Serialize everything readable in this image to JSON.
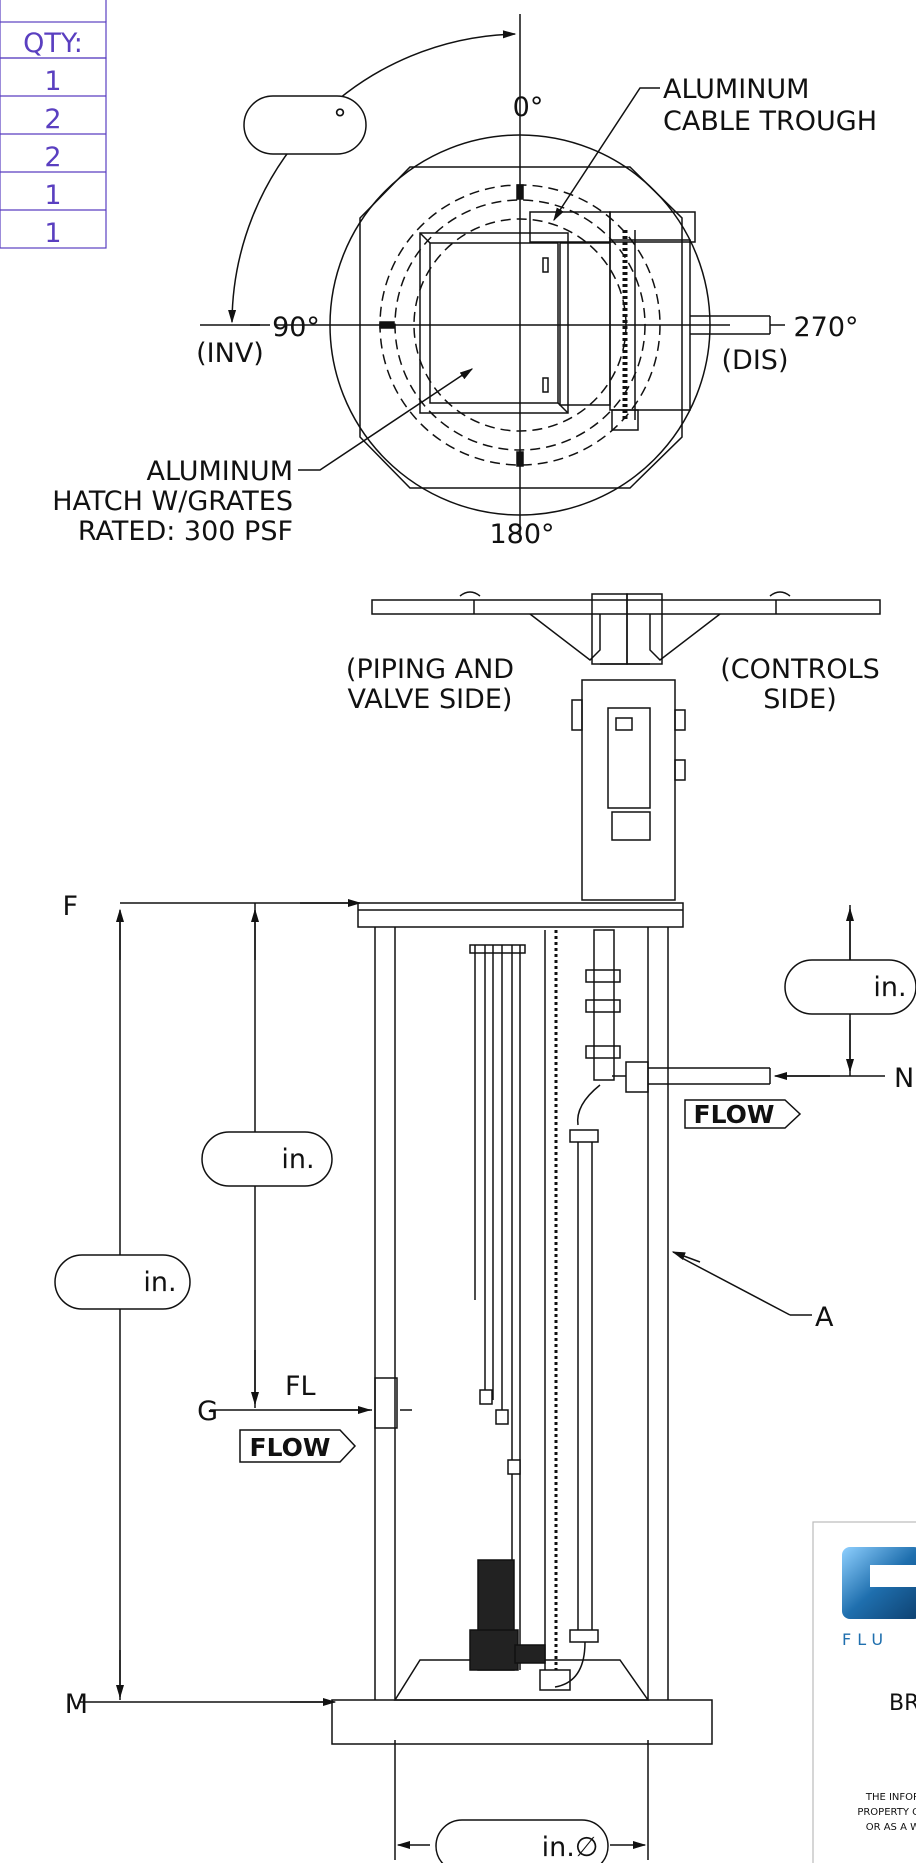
{
  "qty_table": {
    "header": "QTY:",
    "rows": [
      "1",
      "2",
      "2",
      "1",
      "1"
    ],
    "color": "#5a3fc0"
  },
  "plan_view": {
    "angle_0": "0°",
    "angle_90": "90°",
    "angle_180": "180°",
    "angle_270": "270°",
    "inv_label": "(INV)",
    "dis_label": "(DIS)",
    "rotation_unit": "°",
    "trough_label_1": "ALUMINUM",
    "trough_label_2": "CABLE TROUGH",
    "hatch_label_1": "ALUMINUM",
    "hatch_label_2": "HATCH W/GRATES",
    "hatch_label_3": "RATED: 300 PSF"
  },
  "elevation": {
    "piping_label_1": "(PIPING AND",
    "piping_label_2": "VALVE SIDE)",
    "controls_label_1": "(CONTROLS",
    "controls_label_2": "SIDE)",
    "flow_label": "FLOW",
    "fl_label": "FL",
    "point_f": "F",
    "point_g": "G",
    "point_m": "M",
    "point_n": "N",
    "point_a": "A",
    "unit_in": "in.",
    "unit_diameter": "in.∅"
  },
  "title_block": {
    "brand": "FLU",
    "title_fragment": "BR",
    "disclaimer_1": "THE INFOR",
    "disclaimer_2": "PROPERTY O",
    "disclaimer_3": "OR AS A W",
    "logo_color": "#1f6fae"
  }
}
